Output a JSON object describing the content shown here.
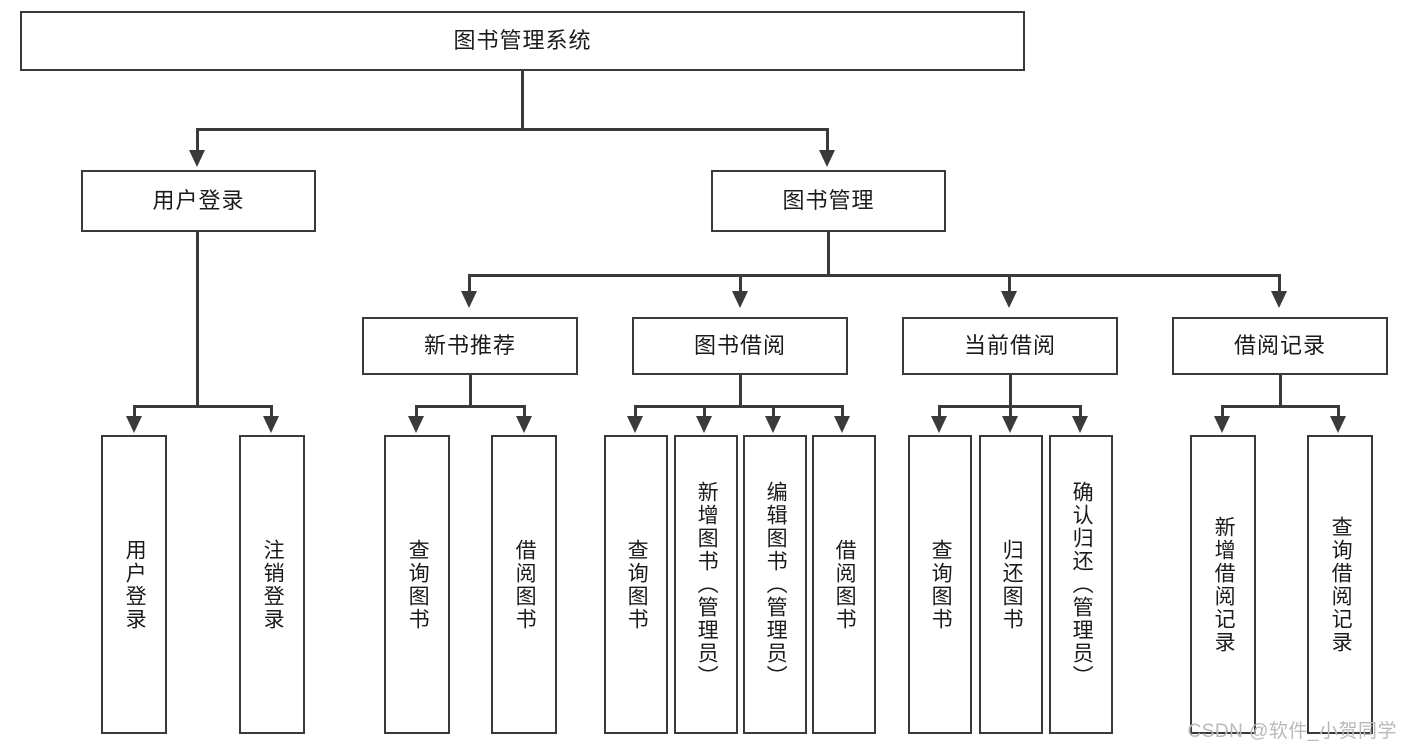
{
  "diagram": {
    "title": "图书管理系统",
    "type": "tree",
    "watermark": "CSDN @软件_小贺同学",
    "levels": {
      "root": "图书管理系统",
      "level2": [
        "用户登录",
        "图书管理"
      ],
      "level3": [
        "新书推荐",
        "图书借阅",
        "当前借阅",
        "借阅记录"
      ]
    }
  },
  "nodes": {
    "root": {
      "label": "图书管理系统"
    },
    "user_login": {
      "label": "用户登录"
    },
    "book_manage": {
      "label": "图书管理"
    },
    "new_book_rec": {
      "label": "新书推荐"
    },
    "book_borrow": {
      "label": "图书借阅"
    },
    "current_borrow": {
      "label": "当前借阅"
    },
    "borrow_record": {
      "label": "借阅记录"
    },
    "leaves": {
      "user_login_children": [
        {
          "label": "用户登录"
        },
        {
          "label": "注销登录"
        }
      ],
      "new_book_rec_children": [
        {
          "label": "查询图书"
        },
        {
          "label": "借阅图书"
        }
      ],
      "book_borrow_children": [
        {
          "label": "查询图书"
        },
        {
          "label": "新增图书（管理员）"
        },
        {
          "label": "编辑图书（管理员）"
        },
        {
          "label": "借阅图书"
        }
      ],
      "current_borrow_children": [
        {
          "label": "查询图书"
        },
        {
          "label": "归还图书"
        },
        {
          "label": "确认归还（管理员）"
        }
      ],
      "borrow_record_children": [
        {
          "label": "新增借阅记录"
        },
        {
          "label": "查询借阅记录"
        }
      ]
    }
  },
  "colors": {
    "stroke": "#3a3a3a",
    "fill": "#ffffff",
    "text": "#1b1b1b",
    "watermark": "#b9b9b9"
  }
}
